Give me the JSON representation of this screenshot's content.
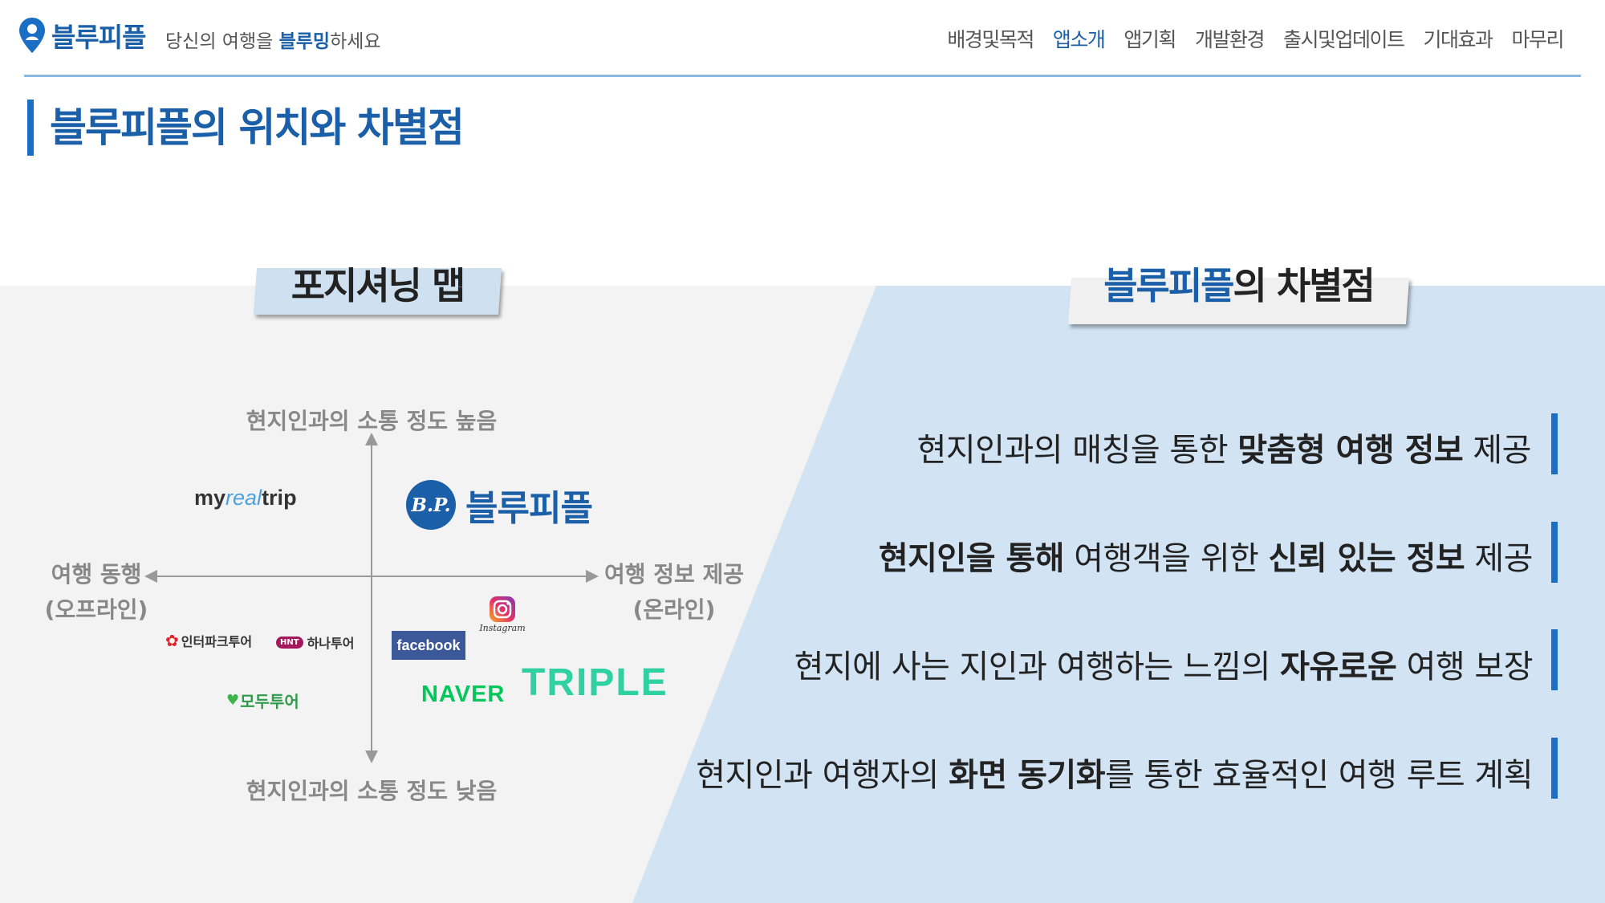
{
  "header": {
    "logo_text": "블루피플",
    "tagline_pre": "당신의 여행을 ",
    "tagline_hl": "블루밍",
    "tagline_post": "하세요",
    "nav": [
      "배경및목적",
      "앱소개",
      "앱기획",
      "개발환경",
      "출시및업데이트",
      "기대효과",
      "마무리"
    ],
    "active_nav": "앱소개"
  },
  "page_title": "블루피플의 위치와 차별점",
  "positioning_map": {
    "tag": "포지셔닝 맵",
    "axis_top": "현지인과의 소통 정도 높음",
    "axis_bottom": "현지인과의 소통 정도 낮음",
    "axis_left_1": "여행 동행",
    "axis_left_2": "(오프라인)",
    "axis_right_1": "여행 정보 제공",
    "axis_right_2": "(온라인)",
    "brands": {
      "myrealtrip_a": "my",
      "myrealtrip_b": "real",
      "myrealtrip_c": "trip",
      "bluepeople_badge": "B.P.",
      "bluepeople": "블루피플",
      "instagram": "Instagram",
      "facebook": "facebook",
      "naver": "NAVER",
      "triple": "TRIPLE",
      "interpark": "인터파크투어",
      "hanatour_badge": "HNT",
      "hanatour": "하나투어",
      "modutour": "모두투어"
    }
  },
  "differentiators": {
    "tag_blue": "블루피플",
    "tag_rest": "의 차별점",
    "items": [
      {
        "p1": "현지인과의 매칭을 통한 ",
        "b1": "맞춤형 여행 정보",
        "p2": " 제공",
        "b2": "",
        "p3": ""
      },
      {
        "p1": "",
        "b1": "현지인을 통해",
        "p2": " 여행객을 위한 ",
        "b2": "신뢰 있는 정보",
        "p3": " 제공"
      },
      {
        "p1": "현지에 사는 지인과 여행하는 느낌의 ",
        "b1": "자유로운",
        "p2": " 여행 보장",
        "b2": "",
        "p3": ""
      },
      {
        "p1": "현지인과 여행자의 ",
        "b1": "화면 동기화",
        "p2": "를 통한 효율적인 여행 루트 계획",
        "b2": "",
        "p3": ""
      }
    ]
  },
  "colors": {
    "brand_blue": "#1a5fa8",
    "accent_bar": "#1a6fc4",
    "panel_grey": "#f3f3f3",
    "panel_blue": "#d2e3f3"
  }
}
